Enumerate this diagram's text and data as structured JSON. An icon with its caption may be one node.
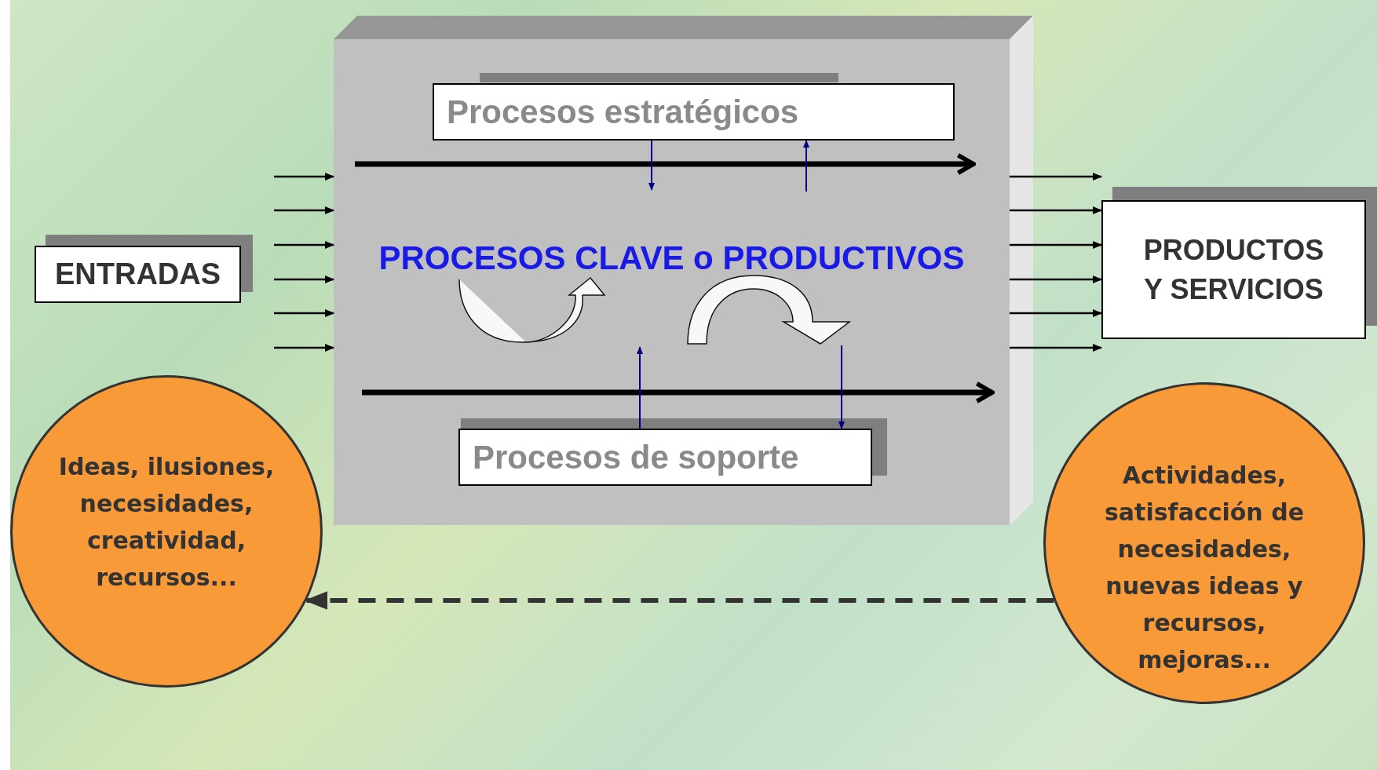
{
  "diagram": {
    "nodes": [
      {
        "text": [
          "PROCESOS CLAVE o PRODUCTIVOS"
        ]
      },
      {
        "text": [
          "Procesos estratégicos"
        ],
        "in": 0
      },
      {
        "text": [
          "Procesos de soporte"
        ],
        "in": 0
      },
      {
        "text": [
          "ENTRADAS"
        ]
      },
      {
        "text": [
          "PRODUCTOS Y SERVICIOS"
        ]
      },
      {
        "text": [
          "Ideas, ilusiones, necesidades, creatividad, recursos..."
        ]
      },
      {
        "text": [
          "Actividades, satisfacción de necesidades, nuevas ideas y recursos, mejoras..."
        ]
      }
    ],
    "edges": [
      {
        "from": null,
        "to": 0,
        "arrow": "to"
      },
      {
        "from": null,
        "to": 0,
        "arrow": "to"
      },
      {
        "from": null,
        "to": 0,
        "arrow": "to"
      },
      {
        "from": null,
        "to": 0,
        "arrow": "to"
      },
      {
        "from": null,
        "to": 0,
        "arrow": "to"
      },
      {
        "from": null,
        "to": 0,
        "arrow": "to"
      },
      {
        "from": 0,
        "to": 4,
        "arrow": "to"
      },
      {
        "from": 0,
        "to": 4,
        "arrow": "to"
      },
      {
        "from": 0,
        "to": 4,
        "arrow": "to"
      },
      {
        "from": 0,
        "to": 4,
        "arrow": "to"
      },
      {
        "from": 0,
        "to": 4,
        "arrow": "to"
      },
      {
        "from": 0,
        "to": 4,
        "arrow": "to"
      },
      {
        "from": 1,
        "to": null,
        "arrow": "to",
        "color": "#000080"
      },
      {
        "from": null,
        "to": 1,
        "arrow": "to",
        "color": "#000080"
      },
      {
        "from": null,
        "to": 2,
        "arrow": "to",
        "color": "#000080"
      },
      {
        "from": 2,
        "to": null,
        "arrow": "to",
        "color": "#000080"
      },
      {
        "from": 6,
        "to": 5,
        "arrow": "to",
        "style": "dashed",
        "color": "#333333"
      }
    ]
  }
}
